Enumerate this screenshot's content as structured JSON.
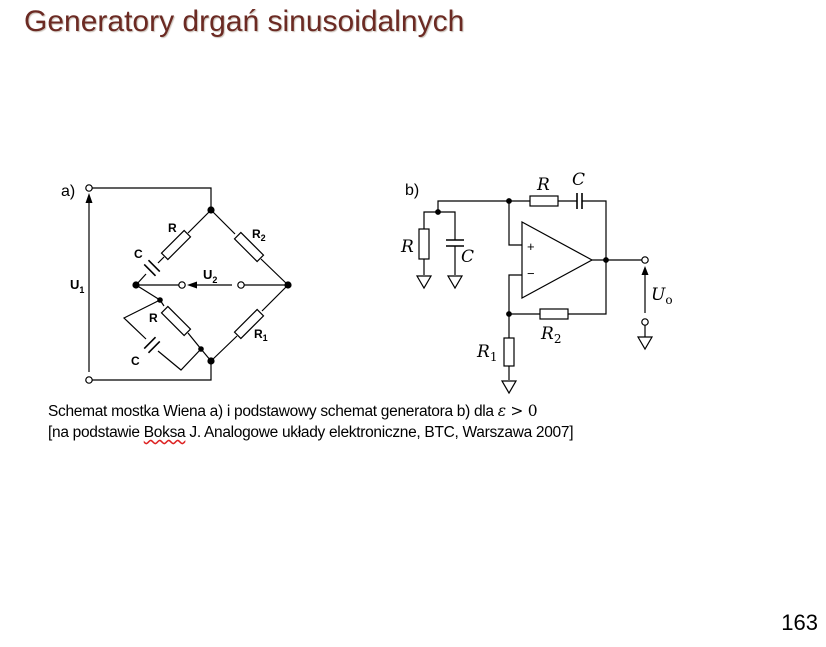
{
  "slide": {
    "title": "Generatory drgań sinusoidalnych",
    "page_number": "163"
  },
  "diagram_a": {
    "label": "a)",
    "resistor_r_upper": "R",
    "resistor_r2": "R",
    "resistor_r2_sub": "2",
    "capacitor_upper": "C",
    "resistor_r_lower": "R",
    "resistor_r1": "R",
    "resistor_r1_sub": "1",
    "capacitor_lower": "C",
    "voltage_u1": "U",
    "voltage_u1_sub": "1",
    "voltage_u2": "U",
    "voltage_u2_sub": "2"
  },
  "diagram_b": {
    "label": "b)",
    "feedback_r": "R",
    "feedback_c": "C",
    "shunt_r": "R",
    "shunt_c": "C",
    "r2": "R",
    "r2_sub": "2",
    "r1": "R",
    "r1_sub": "1",
    "output": "U",
    "output_sub": "o",
    "plus_sign": "+",
    "minus_sign": "−"
  },
  "caption": {
    "line1_text": "Schemat mostka Wiena a) i podstawowy schemat generatora b) dla ",
    "line1_epsilon": "ε",
    "line1_operator": " > ",
    "line1_zero": "0",
    "line2_before": "[na podstawie ",
    "line2_author": "Boksa",
    "line2_after": " J. Analogowe układy elektroniczne, BTC,  Warszawa 2007]"
  },
  "colors": {
    "title": "#6b2a23",
    "lines": "#000000"
  }
}
